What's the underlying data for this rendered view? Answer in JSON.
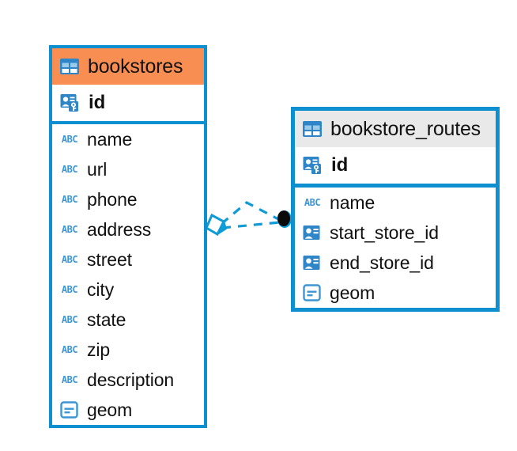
{
  "diagram": {
    "type": "entity-relationship-diagram",
    "accent_color": "#0E8FD0",
    "header_highlight_color": "#F98E52",
    "header_default_color": "#E9E9E9",
    "icon_color": "#3D96D4",
    "connector_color": "#0E9BD6"
  },
  "entities": [
    {
      "name": "bookstores",
      "header_style": "highlighted",
      "icon": "table-icon",
      "primary_key": {
        "label": "id",
        "icon": "primary-key-icon"
      },
      "fields": [
        {
          "label": "name",
          "icon": "abc-text-icon"
        },
        {
          "label": "url",
          "icon": "abc-text-icon"
        },
        {
          "label": "phone",
          "icon": "abc-text-icon"
        },
        {
          "label": "address",
          "icon": "abc-text-icon"
        },
        {
          "label": "street",
          "icon": "abc-text-icon"
        },
        {
          "label": "city",
          "icon": "abc-text-icon"
        },
        {
          "label": "state",
          "icon": "abc-text-icon"
        },
        {
          "label": "zip",
          "icon": "abc-text-icon"
        },
        {
          "label": "description",
          "icon": "abc-text-icon"
        },
        {
          "label": "geom",
          "icon": "geometry-icon"
        }
      ]
    },
    {
      "name": "bookstore_routes",
      "header_style": "default",
      "icon": "table-icon",
      "primary_key": {
        "label": "id",
        "icon": "primary-key-icon"
      },
      "fields": [
        {
          "label": "name",
          "icon": "abc-text-icon"
        },
        {
          "label": "start_store_id",
          "icon": "foreign-key-icon"
        },
        {
          "label": "end_store_id",
          "icon": "foreign-key-icon"
        },
        {
          "label": "geom",
          "icon": "geometry-icon"
        }
      ]
    }
  ],
  "relationship": {
    "source_endpoint": "diamond",
    "target_endpoint": "filled-circle",
    "line_style": "dashed"
  }
}
